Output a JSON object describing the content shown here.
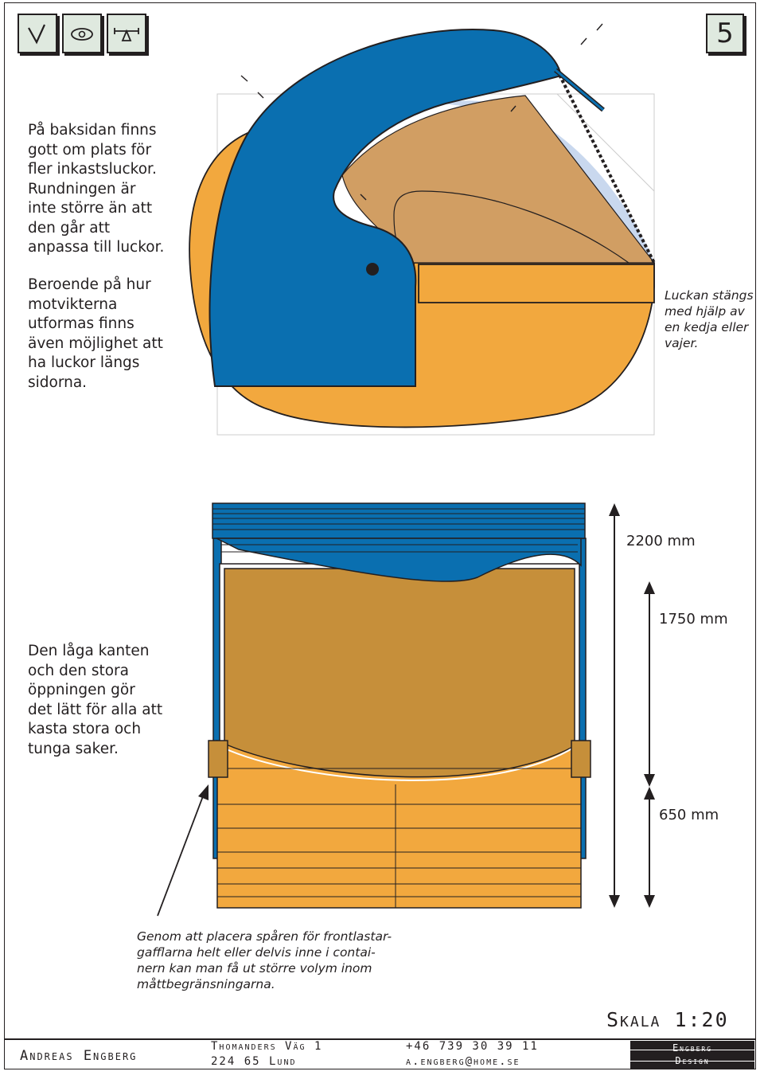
{
  "header": {
    "icons": [
      "check-icon",
      "eye-icon",
      "balance-icon"
    ],
    "page_number": "5"
  },
  "top_text": {
    "para1": [
      "På baksidan finns",
      "gott om plats för",
      "fler inkastsluckor.",
      "Rundningen är",
      "inte större än att",
      "den går att",
      "anpassa till luckor."
    ],
    "para2": [
      "Beroende på hur",
      "motvikterna",
      "utformas finns",
      "även möjlighet att",
      "ha luckor längs",
      "sidorna."
    ]
  },
  "lid_note": [
    "Luckan stängs",
    "med hjälp av",
    "en kedja eller",
    "vajer."
  ],
  "dimensions": {
    "total": "2200 mm",
    "upper": "1750 mm",
    "lower": "650 mm"
  },
  "bottom_text": {
    "para": [
      "Den låga kanten",
      "och den stora",
      "öppningen gör",
      "det lätt  för alla att",
      "kasta stora och",
      "tunga saker."
    ]
  },
  "rail_note": [
    "Genom att placera spåren för frontlastar-",
    "gafflarna helt eller delvis inne i contai-",
    "nern kan man få ut större volym inom",
    "måttbegränsningarna."
  ],
  "scale": "Skala 1:20",
  "footer": {
    "name": "Andreas Engberg",
    "street": "Thomanders Väg 1",
    "city": "224 65 Lund",
    "phone": "+46 739 30 39 11",
    "email": "a.engberg@home.se",
    "brand_line1": "Engberg",
    "brand_line2": "Design"
  },
  "colors": {
    "blue": "#0a6fb0",
    "orange": "#f2a83e",
    "tan": "#d19e63",
    "lightblue": "#c9d8ee",
    "ochre": "#c68f3a"
  }
}
